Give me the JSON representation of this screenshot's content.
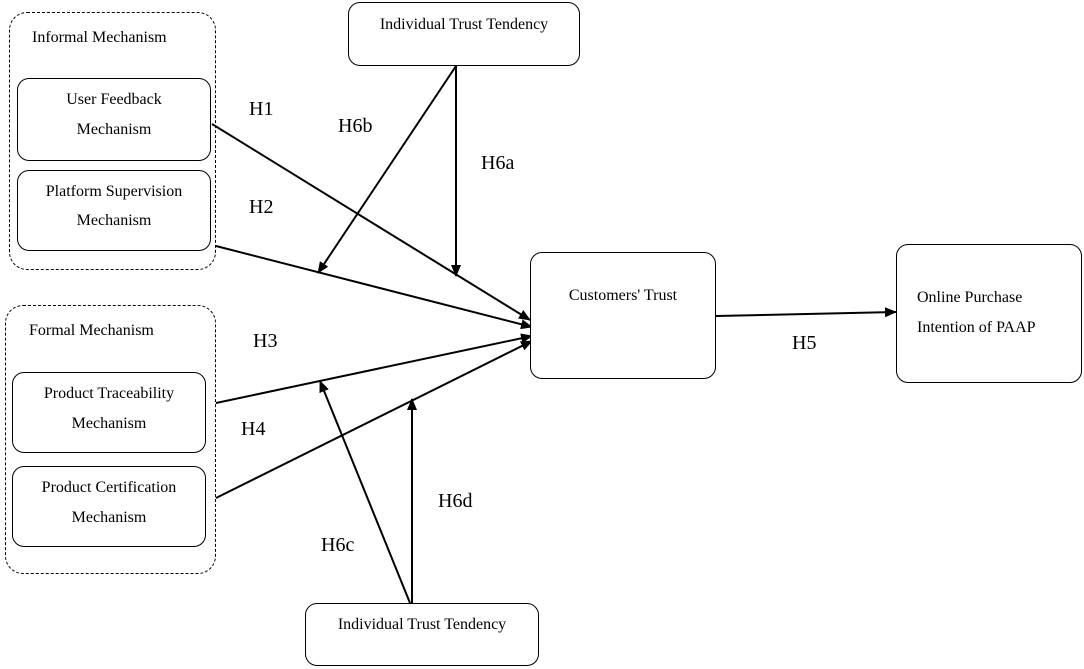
{
  "groups": {
    "informal": {
      "title": "Informal Mechanism"
    },
    "formal": {
      "title": "Formal Mechanism"
    }
  },
  "nodes": {
    "user_feedback": {
      "line1": "User Feedback",
      "line2": "Mechanism"
    },
    "platform_supervision": {
      "line1": "Platform Supervision",
      "line2": "Mechanism"
    },
    "product_traceability": {
      "line1": "Product Traceability",
      "line2": "Mechanism"
    },
    "product_certification": {
      "line1": "Product Certification",
      "line2": "Mechanism"
    },
    "trust_tendency_top": {
      "label": "Individual Trust Tendency"
    },
    "trust_tendency_bottom": {
      "label": "Individual Trust Tendency"
    },
    "customers_trust": {
      "label": "Customers' Trust"
    },
    "purchase_intention": {
      "line1": "Online Purchase",
      "line2": "Intention of  PAAP"
    }
  },
  "hypotheses": {
    "h1": "H1",
    "h2": "H2",
    "h3": "H3",
    "h4": "H4",
    "h5": "H5",
    "h6a": "H6a",
    "h6b": "H6b",
    "h6c": "H6c",
    "h6d": "H6d"
  }
}
